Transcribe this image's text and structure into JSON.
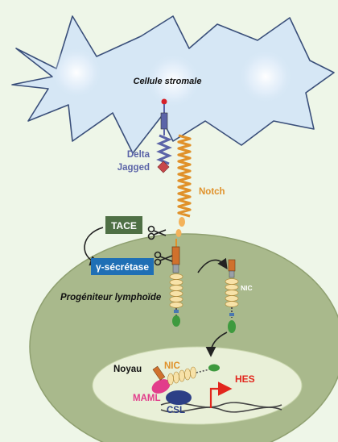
{
  "labels": {
    "stromal_cell": "Cellule stromale",
    "delta": "Delta",
    "jagged": "Jagged",
    "notch": "Notch",
    "tace": "TACE",
    "gamma_secretase": "γ-sécrétase",
    "nic_right": "NIC",
    "progenitor": "Progéniteur lymphoïde",
    "nucleus": "Noyau",
    "nic_nucleus": "NIC",
    "maml": "MAML",
    "csl": "CSL",
    "hes": "HES"
  },
  "colors": {
    "background": "#eef6e8",
    "stromal_fill": "#d6e7f5",
    "stromal_stroke": "#3a4f7a",
    "progenitor_fill": "#a9b98c",
    "nucleus_fill": "#e9f0d8",
    "delta_jagged": "#5b64a8",
    "notch": "#e0912a",
    "tace_box": "#4f7045",
    "secretase_box": "#1f6fb5",
    "maml": "#e23d8b",
    "csl": "#2c3f86",
    "hes": "#e2261d",
    "egf": "#f0d080"
  }
}
